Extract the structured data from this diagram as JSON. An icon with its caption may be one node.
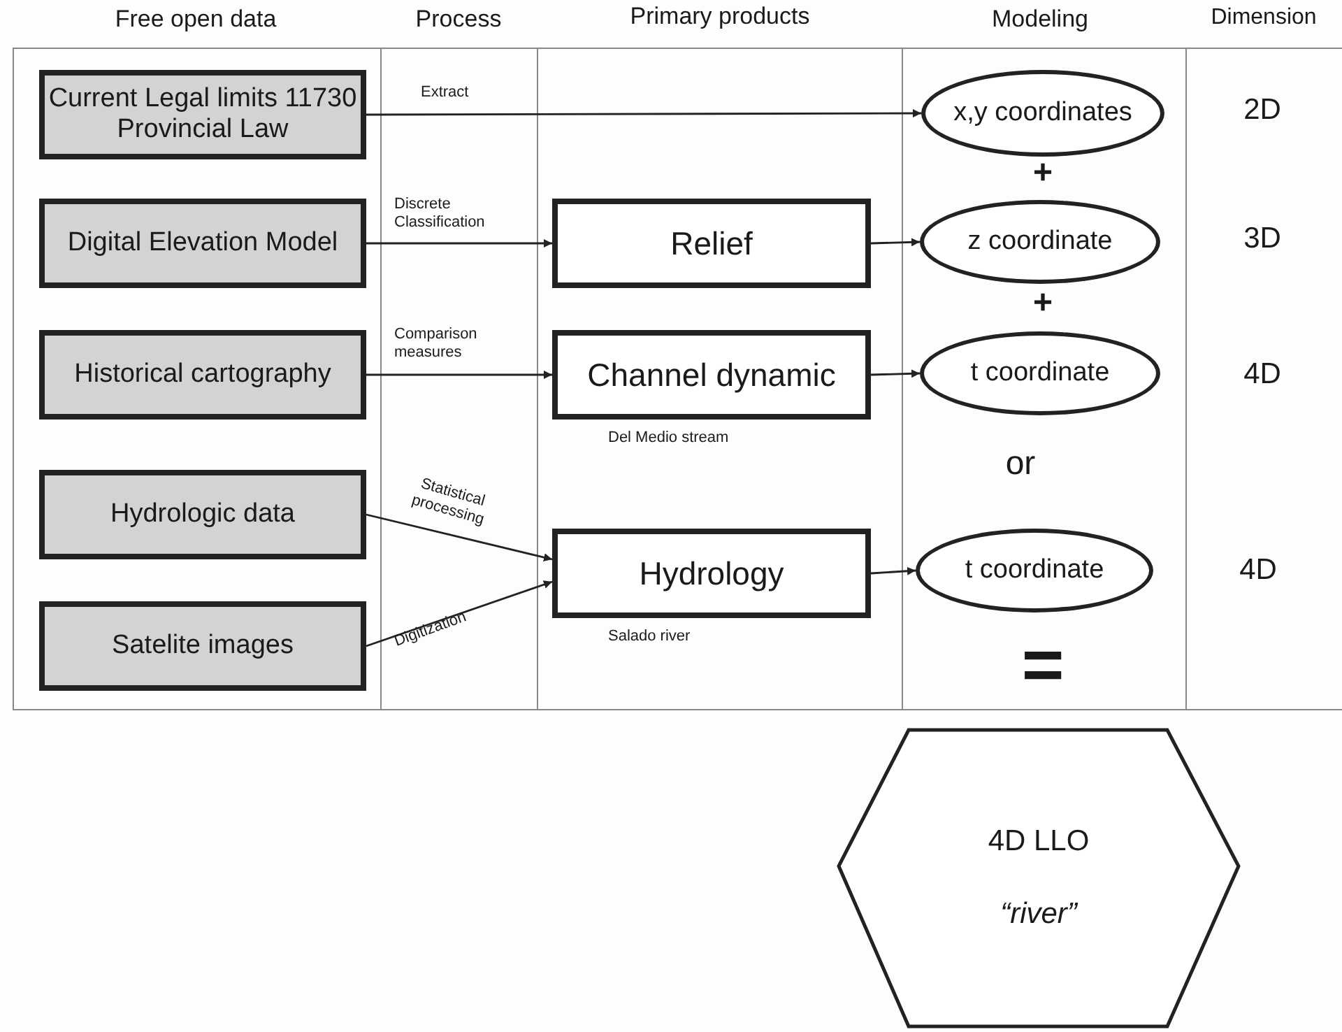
{
  "diagram": {
    "nodes": [
      {
        "text": [
          "Current Legal limits 11730 Provincial Law"
        ]
      },
      {
        "text": [
          "Digital Elevation Model"
        ]
      },
      {
        "text": [
          "Historical cartography"
        ]
      },
      {
        "text": [
          "Hydrologic data"
        ]
      },
      {
        "text": [
          "Satelite images"
        ]
      },
      {
        "text": [
          "Relief"
        ]
      },
      {
        "text": [
          "Channel dynamic"
        ],
        "beside": [
          "Del Medio stream"
        ]
      },
      {
        "text": [
          "Hydrology"
        ],
        "beside": [
          "Salado river"
        ]
      },
      {
        "text": [
          "x,y coordinates"
        ]
      },
      {
        "text": [
          "z coordinate"
        ]
      },
      {
        "text": [
          "t coordinate"
        ]
      },
      {
        "text": [
          "t coordinate"
        ]
      },
      {
        "text": [
          "4D LLO",
          "“river”"
        ]
      }
    ],
    "edges": [
      {
        "from": 0,
        "to": 8,
        "arrow": "to",
        "label": "Extract"
      },
      {
        "from": 1,
        "to": 5,
        "arrow": "to",
        "label": "Discrete Classification"
      },
      {
        "from": 2,
        "to": 6,
        "arrow": "to",
        "label": "Comparison measures"
      },
      {
        "from": 3,
        "to": 7,
        "arrow": "to",
        "label": "Statistical processing"
      },
      {
        "from": 4,
        "to": 7,
        "arrow": "to",
        "label": "Digitization"
      },
      {
        "from": 5,
        "to": 9,
        "arrow": "to"
      },
      {
        "from": 6,
        "to": 10,
        "arrow": "to"
      },
      {
        "from": 7,
        "to": 11,
        "arrow": "to"
      }
    ],
    "labels": [
      "Free open data",
      "Process",
      "Primary products",
      "Modeling",
      "Dimension",
      "2D",
      "+",
      "3D",
      "+",
      "4D",
      "or",
      "4D",
      "="
    ]
  }
}
